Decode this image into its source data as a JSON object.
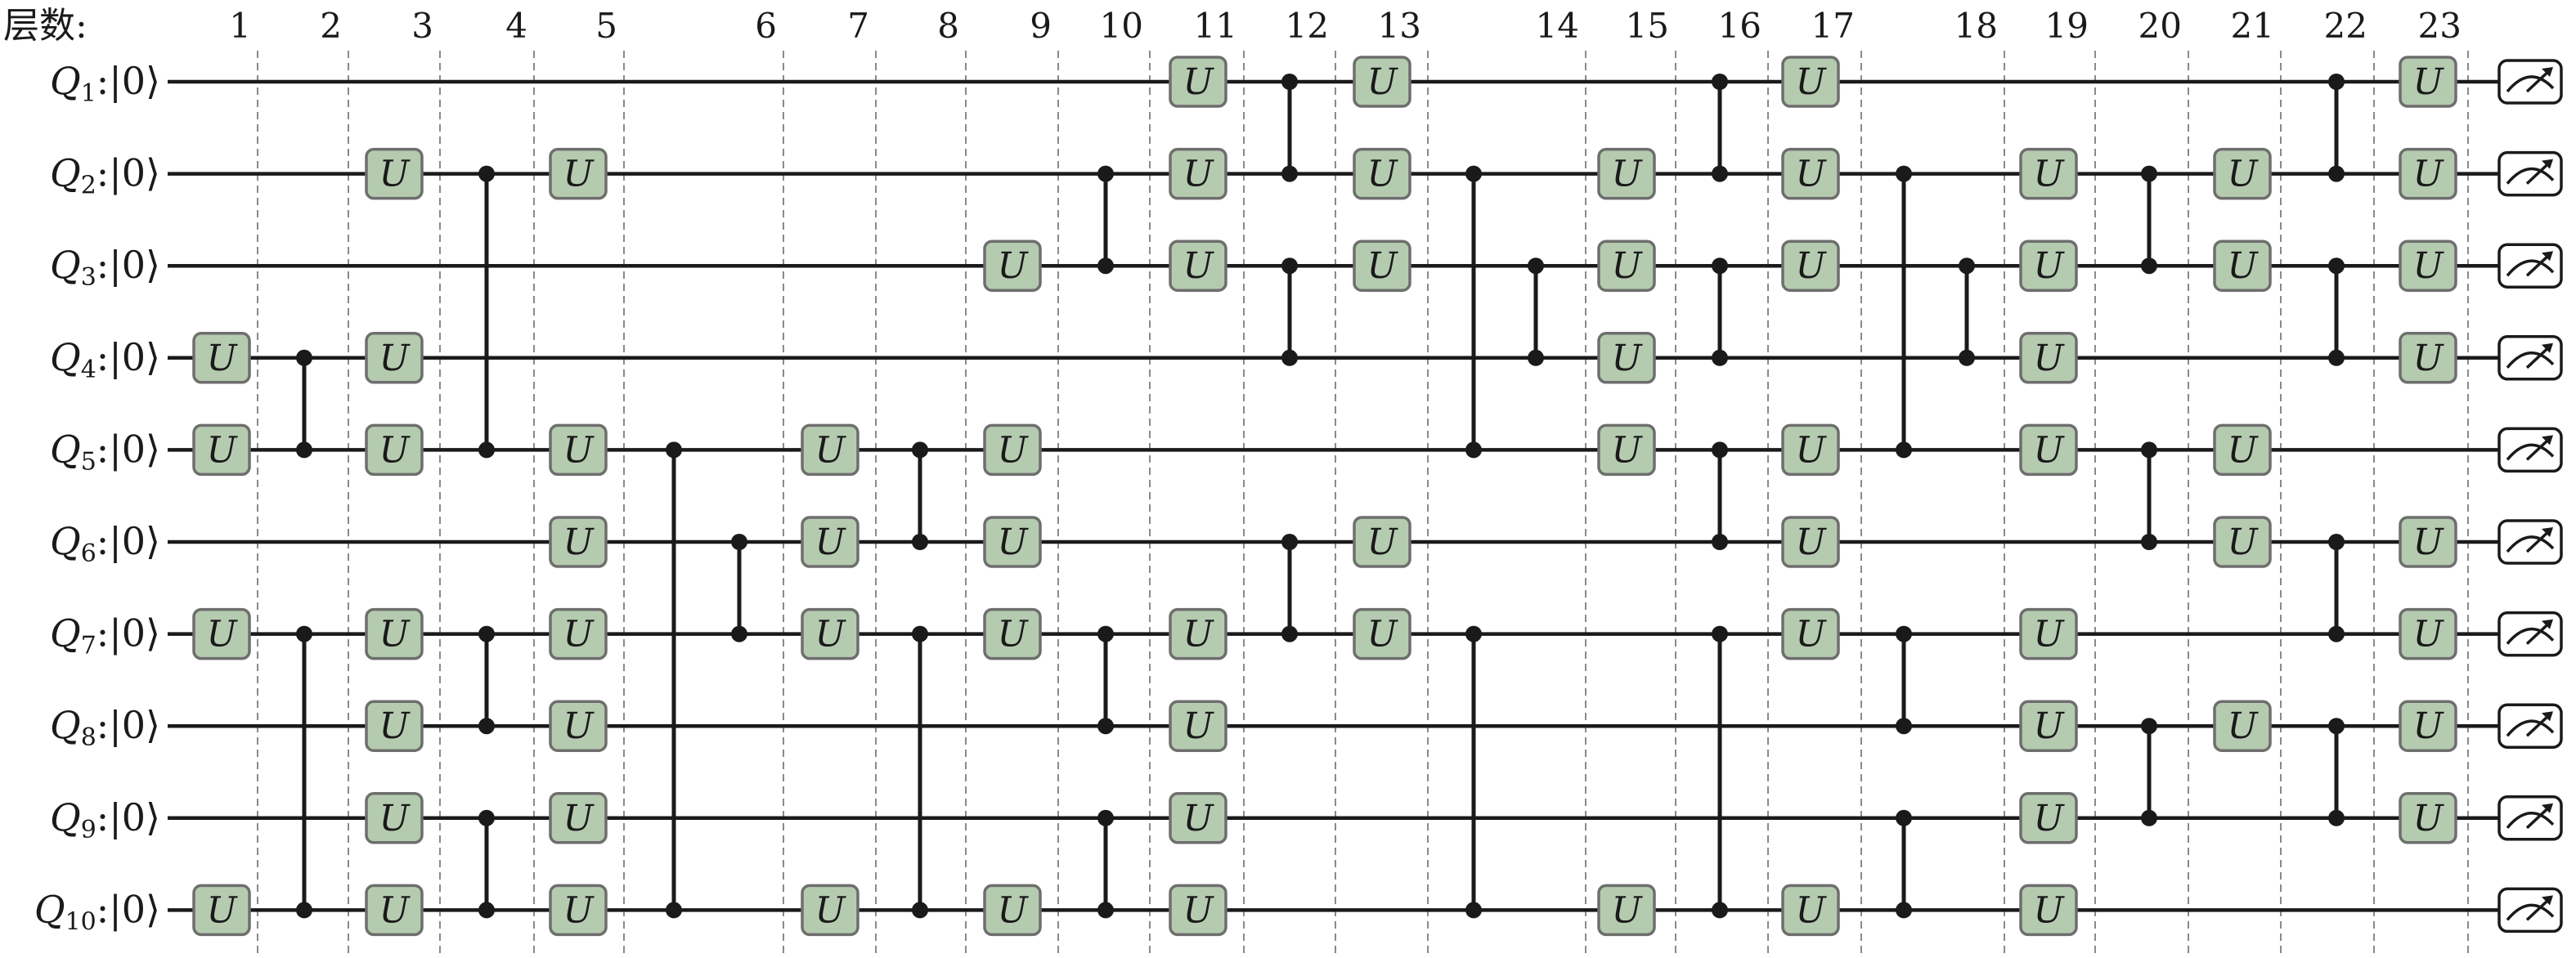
{
  "header": {
    "layer_label": "层数:"
  },
  "colors": {
    "gate_fill": "#b5cbb0",
    "gate_stroke": "#6e6e6e",
    "wire": "#1a1a1a",
    "divider": "#8a8a8a"
  },
  "gate_symbol": "U",
  "measure_icon": "meter-icon",
  "qubits": [
    {
      "name": "Q",
      "index": "1",
      "state": ":|0⟩"
    },
    {
      "name": "Q",
      "index": "2",
      "state": ":|0⟩"
    },
    {
      "name": "Q",
      "index": "3",
      "state": ":|0⟩"
    },
    {
      "name": "Q",
      "index": "4",
      "state": ":|0⟩"
    },
    {
      "name": "Q",
      "index": "5",
      "state": ":|0⟩"
    },
    {
      "name": "Q",
      "index": "6",
      "state": ":|0⟩"
    },
    {
      "name": "Q",
      "index": "7",
      "state": ":|0⟩"
    },
    {
      "name": "Q",
      "index": "8",
      "state": ":|0⟩"
    },
    {
      "name": "Q",
      "index": "9",
      "state": ":|0⟩"
    },
    {
      "name": "Q",
      "index": "10",
      "state": ":|0⟩"
    }
  ],
  "layers": [
    {
      "label": "1",
      "U": [
        4,
        5,
        7,
        10
      ],
      "CZ": []
    },
    {
      "label": "2",
      "U": [],
      "CZ": [
        [
          4,
          5
        ],
        [
          7,
          10
        ]
      ]
    },
    {
      "label": "3",
      "U": [
        2,
        4,
        5,
        7,
        8,
        9,
        10
      ],
      "CZ": []
    },
    {
      "label": "4",
      "U": [],
      "CZ": [
        [
          2,
          5
        ],
        [
          7,
          8
        ],
        [
          9,
          10
        ]
      ]
    },
    {
      "label": "5",
      "U": [
        2,
        5,
        6,
        7,
        8,
        9,
        10
      ],
      "CZ": []
    },
    {
      "label": "6",
      "U": [],
      "CZ": [
        [
          5,
          10
        ],
        [
          6,
          7
        ]
      ]
    },
    {
      "label": "7",
      "U": [
        5,
        6,
        7,
        10
      ],
      "CZ": []
    },
    {
      "label": "8",
      "U": [],
      "CZ": [
        [
          5,
          6
        ],
        [
          7,
          10
        ]
      ]
    },
    {
      "label": "9",
      "U": [
        3,
        5,
        6,
        7,
        10
      ],
      "CZ": []
    },
    {
      "label": "10",
      "U": [],
      "CZ": [
        [
          2,
          3
        ],
        [
          7,
          8
        ],
        [
          9,
          10
        ]
      ]
    },
    {
      "label": "11",
      "U": [
        1,
        2,
        3,
        7,
        8,
        9,
        10
      ],
      "CZ": []
    },
    {
      "label": "12",
      "U": [],
      "CZ": [
        [
          1,
          2
        ],
        [
          3,
          4
        ],
        [
          6,
          7
        ]
      ]
    },
    {
      "label": "13",
      "U": [
        1,
        2,
        3,
        6,
        7
      ],
      "CZ": []
    },
    {
      "label": "14",
      "U": [],
      "CZ": [
        [
          2,
          5
        ],
        [
          7,
          10
        ],
        [
          3,
          4
        ]
      ]
    },
    {
      "label": "15",
      "U": [
        2,
        3,
        4,
        5,
        10
      ],
      "CZ": []
    },
    {
      "label": "16",
      "U": [],
      "CZ": [
        [
          1,
          2
        ],
        [
          3,
          4
        ],
        [
          5,
          6
        ],
        [
          7,
          10
        ]
      ]
    },
    {
      "label": "17",
      "U": [
        1,
        2,
        3,
        5,
        6,
        7,
        10
      ],
      "CZ": []
    },
    {
      "label": "18",
      "U": [],
      "CZ": [
        [
          2,
          5
        ],
        [
          7,
          8
        ],
        [
          9,
          10
        ],
        [
          3,
          4
        ]
      ]
    },
    {
      "label": "19",
      "U": [
        2,
        3,
        4,
        5,
        7,
        8,
        9,
        10
      ],
      "CZ": []
    },
    {
      "label": "20",
      "U": [],
      "CZ": [
        [
          2,
          3
        ],
        [
          5,
          6
        ],
        [
          8,
          9
        ]
      ]
    },
    {
      "label": "21",
      "U": [
        2,
        3,
        5,
        6,
        8
      ],
      "CZ": []
    },
    {
      "label": "22",
      "U": [],
      "CZ": [
        [
          1,
          2
        ],
        [
          3,
          4
        ],
        [
          6,
          7
        ],
        [
          8,
          9
        ]
      ]
    },
    {
      "label": "23",
      "U": [
        1,
        2,
        3,
        4,
        6,
        7,
        8,
        9
      ],
      "CZ": []
    }
  ]
}
